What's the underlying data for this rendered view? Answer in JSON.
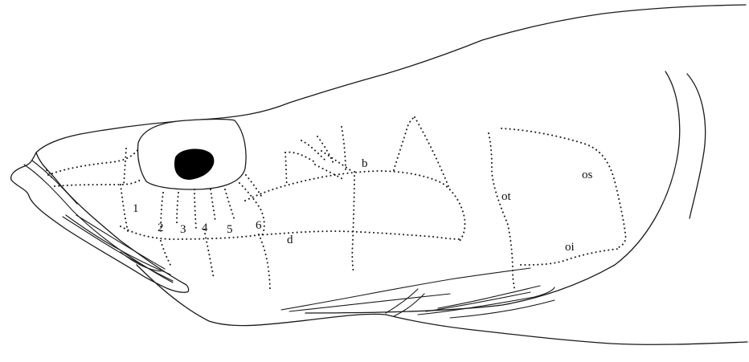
{
  "labels": {
    "canal_1": "1",
    "canal_2": "2",
    "canal_3": "3",
    "canal_4": "4",
    "canal_5": "5",
    "canal_6": "6",
    "b": "b",
    "d": "d",
    "ot": "ot",
    "os": "os",
    "oi": "oi"
  },
  "colors": {
    "ink": "#1a1a1a",
    "pupil": "#000000",
    "background": "#ffffff"
  }
}
